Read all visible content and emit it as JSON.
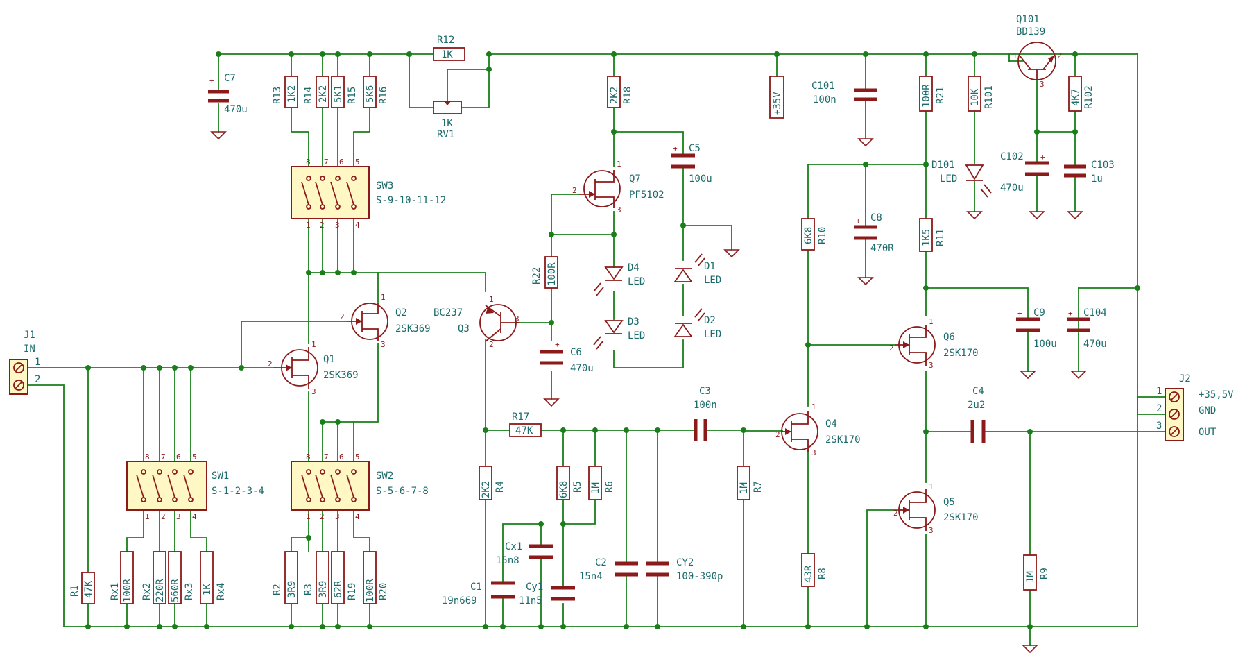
{
  "labels": {
    "C7": "C7",
    "C7v": "470u",
    "R13": "R13",
    "R13v": "1K2",
    "R14": "R14",
    "R14v": "2K2",
    "R15": "R15",
    "R15v": "5K1",
    "R16": "R16",
    "R16v": "5K6",
    "R12": "R12",
    "R12v": "1K",
    "RV1": "RV1",
    "RV1v": "1K",
    "R18": "R18",
    "R18v": "2K2",
    "P35": "+35V",
    "C101": "C101",
    "C101v": "100n",
    "R21": "R21",
    "R21v": "100R",
    "R101": "R101",
    "R101v": "10K",
    "Q101": "Q101",
    "Q101v": "BD139",
    "R102": "R102",
    "R102v": "4K7",
    "C102": "C102",
    "C102v": "470u",
    "C103": "C103",
    "C103v": "1u",
    "D101": "D101",
    "D101v": "LED",
    "SW3": "SW3",
    "SW3v": "S-9-10-11-12",
    "Q7": "Q7",
    "Q7v": "PF5102",
    "C5": "C5",
    "C5v": "100u",
    "C8": "C8",
    "C8v": "470R",
    "R10": "R10",
    "R10v": "6K8",
    "R11": "R11",
    "R11v": "1K5",
    "D4": "D4",
    "D4v": "LED",
    "D3": "D3",
    "D3v": "LED",
    "D1": "D1",
    "D1v": "LED",
    "D2": "D2",
    "D2v": "LED",
    "R22": "R22",
    "R22v": "100R",
    "Q2": "Q2",
    "Q2v": "2SK369",
    "Q1": "Q1",
    "Q1v": "2SK369",
    "BC237": "BC237",
    "Q3": "Q3",
    "C6": "C6",
    "C6v": "470u",
    "C9": "C9",
    "C9v": "100u",
    "C104": "C104",
    "C104v": "470u",
    "Q6": "Q6",
    "Q6v": "2SK170",
    "J1": "J1",
    "J1v": "IN",
    "J2": "J2",
    "J2a": "+35,5V",
    "J2b": "GND",
    "J2c": "OUT",
    "C3": "C3",
    "C3v": "100n",
    "C4": "C4",
    "C4v": "2u2",
    "R17": "R17",
    "R17v": "47K",
    "Q4": "Q4",
    "Q4v": "2SK170",
    "Q5": "Q5",
    "Q5v": "2SK170",
    "SW1": "SW1",
    "SW1v": "S-1-2-3-4",
    "SW2": "SW2",
    "SW2v": "S-5-6-7-8",
    "R4": "R4",
    "R4v": "2K2",
    "R5": "R5",
    "R5v": "6K8",
    "R6": "R6",
    "R6v": "1M",
    "R7": "R7",
    "R7v": "1M",
    "R8": "R8",
    "R8v": "43R",
    "R9": "R9",
    "R9v": "1M",
    "Cx1": "Cx1",
    "Cx1v": "15n8",
    "Cy1": "Cy1",
    "Cy1v": "11n5",
    "C1": "C1",
    "C1v": "19n669",
    "C2": "C2",
    "C2v": "15n4",
    "CY2": "CY2",
    "CY2v": "100-390p",
    "R1": "R1",
    "R1v": "47K",
    "Rx1": "Rx1",
    "Rx1v": "100R",
    "Rx2": "Rx2",
    "Rx2v": "220R",
    "Rx3": "Rx3",
    "Rx3v": "560R",
    "Rx4": "Rx4",
    "Rx4v": "1K",
    "R2": "R2",
    "R2v": "3R9",
    "R3": "R3",
    "R3v": "3R9",
    "R19": "R19",
    "R19v": "62R",
    "R20": "R20",
    "R20v": "100R"
  },
  "pins": {
    "one": "1",
    "two": "2",
    "three": "3",
    "four": "4",
    "five": "5",
    "six": "6",
    "seven": "7",
    "eight": "8"
  },
  "colors": {
    "wire": "#1a7f1a",
    "component": "#8b1a1a",
    "text": "#1d6b6b",
    "switch_fill": "#fff8c4"
  }
}
